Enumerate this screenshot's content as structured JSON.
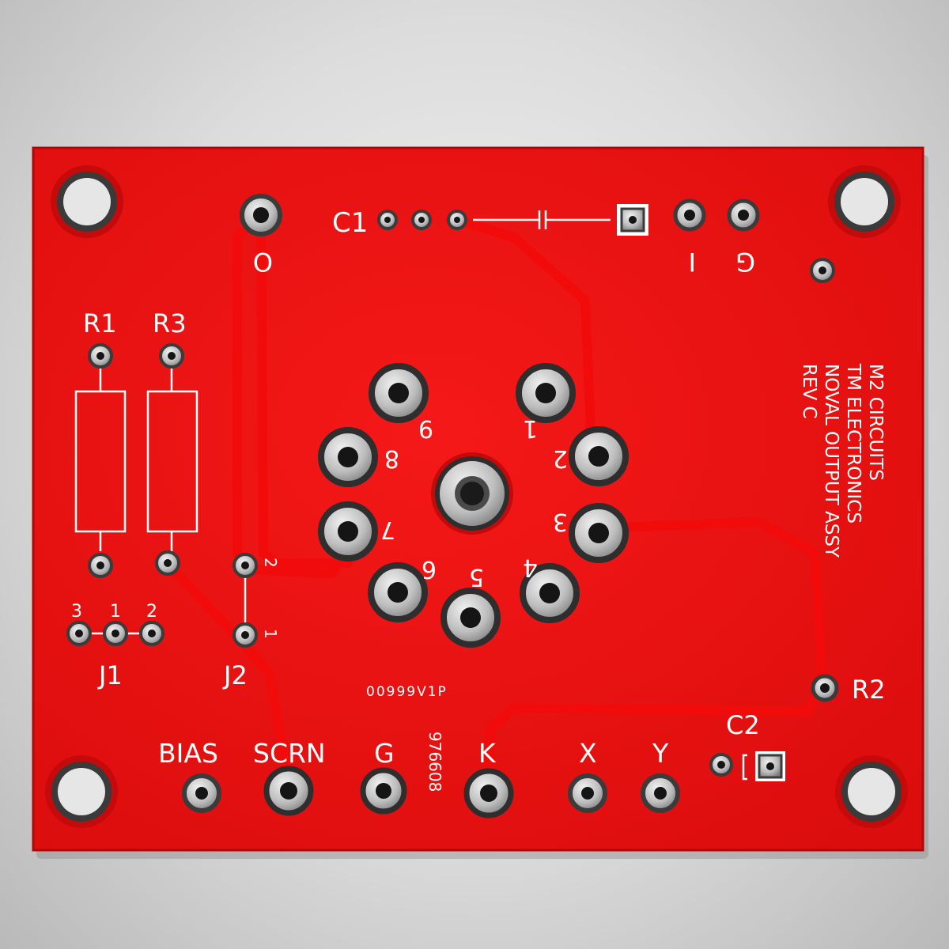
{
  "board": {
    "color_board": "#ee1212",
    "color_silkscreen": "#ffffff",
    "color_pad": "#c9c9c9",
    "background": "#d8d8d8",
    "title_lines": [
      "M2 CIRCUITS",
      "TM ELECTRONICS",
      "NOVAL OUTPUT ASSY",
      "REV C"
    ],
    "part_number": "00999V1P",
    "date_code": "976608"
  },
  "labels": {
    "c1": "C1",
    "c2": "C2",
    "r1": "R1",
    "r2": "R2",
    "r3": "R3",
    "j1": "J1",
    "j2": "J2",
    "o": "O",
    "i": "I",
    "g_top": "G",
    "bias": "BIAS",
    "scrn": "SCRN",
    "g_bottom": "G",
    "k": "K",
    "x": "X",
    "y": "Y",
    "j1_pin3": "3",
    "j1_pin1": "1",
    "j1_pin2": "2",
    "j2_pin2": "2",
    "j2_pin1": "1",
    "socket_pins": [
      "1",
      "2",
      "3",
      "4",
      "5",
      "6",
      "7",
      "8",
      "9"
    ]
  }
}
